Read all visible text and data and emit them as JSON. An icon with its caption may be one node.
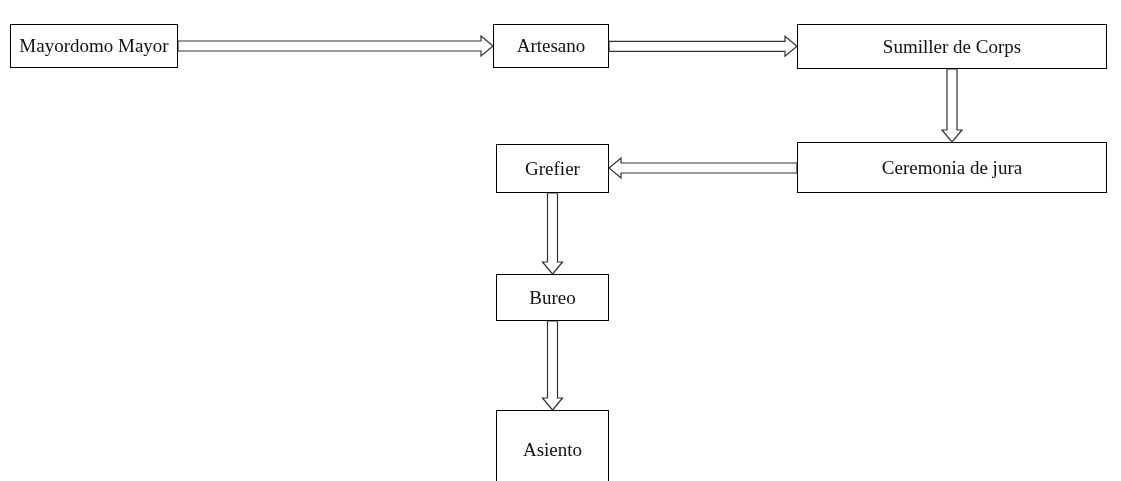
{
  "diagram": {
    "nodes": [
      {
        "text": [
          "Mayordomo Mayor"
        ]
      },
      {
        "text": [
          "Artesano"
        ]
      },
      {
        "text": [
          "Sumiller de Corps"
        ]
      },
      {
        "text": [
          "Ceremonia de jura"
        ]
      },
      {
        "text": [
          "Grefier"
        ]
      },
      {
        "text": [
          "Bureo"
        ]
      },
      {
        "text": [
          "Asiento"
        ]
      }
    ],
    "edges": [
      {
        "from": 0,
        "to": 1,
        "arrow": "to"
      },
      {
        "from": 1,
        "to": 2,
        "arrow": "to"
      },
      {
        "from": 2,
        "to": 3,
        "arrow": "to"
      },
      {
        "from": 3,
        "to": 4,
        "arrow": "to"
      },
      {
        "from": 4,
        "to": 5,
        "arrow": "to"
      },
      {
        "from": 5,
        "to": 6,
        "arrow": "to"
      }
    ]
  }
}
